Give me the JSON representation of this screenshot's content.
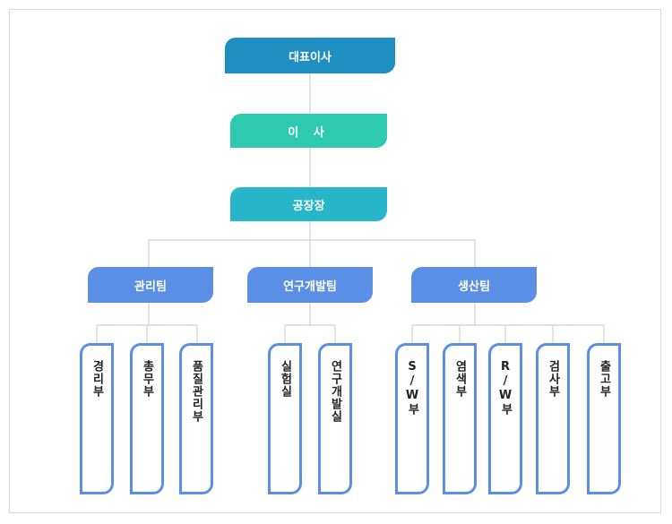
{
  "org": {
    "ceo": "대표이사",
    "director": "이 사",
    "plant_manager": "공장장",
    "teams": [
      {
        "name": "관리팀",
        "departments": [
          "경리부",
          "총무부",
          "품질관리부"
        ]
      },
      {
        "name": "연구개발팀",
        "departments": [
          "실험실",
          "연구개발실"
        ]
      },
      {
        "name": "생산팀",
        "departments": [
          "S/W부",
          "염색부",
          "R/W부",
          "검사부",
          "출고부"
        ]
      }
    ]
  },
  "colors": {
    "ceo": "#1e8fc0",
    "director": "#2ecab0",
    "plant_manager": "#26b5c9",
    "team": "#5b8fe6",
    "department_border": "#5b8fe6",
    "connector": "#c8c8c8"
  }
}
